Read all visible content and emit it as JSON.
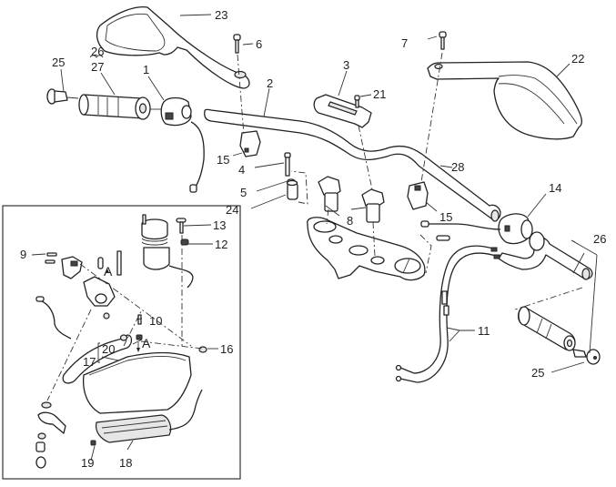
{
  "diagram": {
    "type": "exploded-parts-diagram",
    "subject": "Motorcycle handlebar and controls assembly",
    "callouts": [
      {
        "id": "1",
        "text": "1"
      },
      {
        "id": "2",
        "text": "2"
      },
      {
        "id": "3",
        "text": "3"
      },
      {
        "id": "4",
        "text": "4"
      },
      {
        "id": "5",
        "text": "5"
      },
      {
        "id": "6",
        "text": "6"
      },
      {
        "id": "7",
        "text": "7"
      },
      {
        "id": "8",
        "text": "8"
      },
      {
        "id": "9",
        "text": "9"
      },
      {
        "id": "10",
        "text": "10"
      },
      {
        "id": "11",
        "text": "11"
      },
      {
        "id": "12",
        "text": "12"
      },
      {
        "id": "13",
        "text": "13"
      },
      {
        "id": "14",
        "text": "14"
      },
      {
        "id": "15a",
        "text": "15"
      },
      {
        "id": "15b",
        "text": "15"
      },
      {
        "id": "16",
        "text": "16"
      },
      {
        "id": "17",
        "text": "17"
      },
      {
        "id": "18",
        "text": "18"
      },
      {
        "id": "19",
        "text": "19"
      },
      {
        "id": "20",
        "text": "20"
      },
      {
        "id": "21",
        "text": "21"
      },
      {
        "id": "22",
        "text": "22"
      },
      {
        "id": "23",
        "text": "23"
      },
      {
        "id": "24",
        "text": "24"
      },
      {
        "id": "25a",
        "text": "25"
      },
      {
        "id": "25b",
        "text": "25"
      },
      {
        "id": "26a",
        "text": "26"
      },
      {
        "id": "26b",
        "text": "26"
      },
      {
        "id": "27",
        "text": "27"
      },
      {
        "id": "28",
        "text": "28"
      }
    ],
    "reference_marks": [
      {
        "id": "A1",
        "text": "A"
      },
      {
        "id": "A2",
        "text": "A"
      }
    ],
    "inset": {
      "description": "Inset detail: brake lever, master cylinder, reservoir and hand guard",
      "callouts": [
        "9",
        "10",
        "12",
        "13",
        "16",
        "17",
        "18",
        "19",
        "20"
      ]
    },
    "colors": {
      "line": "#222222",
      "background": "#ffffff",
      "shade": "#e6e6e6"
    }
  }
}
